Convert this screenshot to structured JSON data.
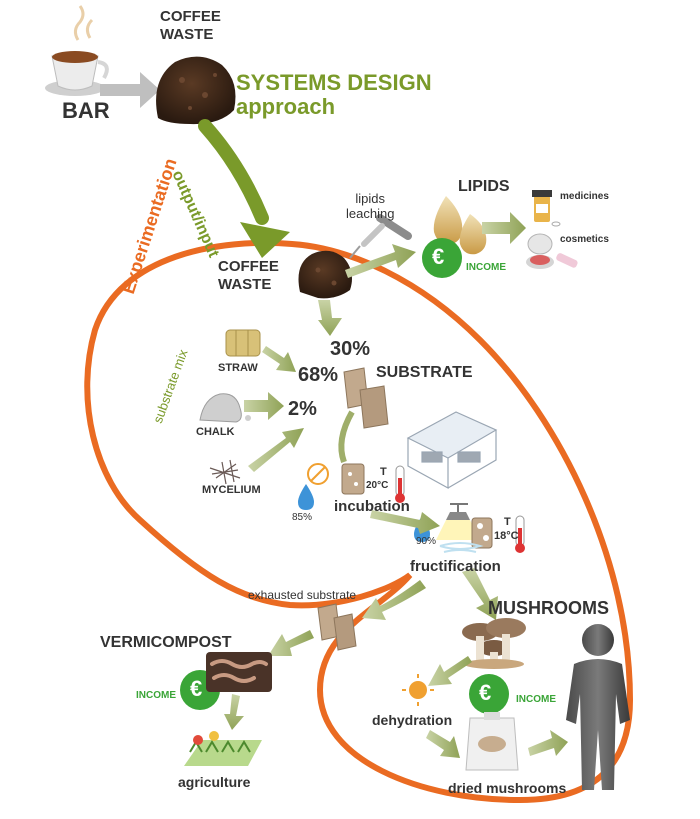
{
  "labels": {
    "bar": "BAR",
    "coffee_waste_top": "COFFEE\nWASTE",
    "systems_design": "SYSTEMS DESIGN",
    "approach": "approach",
    "output_input": "output/input",
    "lipids_leaching": "lipids\nleaching",
    "lipids": "LIPIDS",
    "medicines": "medicines",
    "cosmetics": "cosmetics",
    "income": "INCOME",
    "euro": "€",
    "coffee_waste_mid": "COFFEE\nWASTE",
    "experimentation": "Experimentation",
    "substrate_mix": "substrate mix",
    "straw": "STRAW",
    "chalk": "CHALK",
    "mycelium": "MYCELIUM",
    "pct_30": "30%",
    "pct_68": "68%",
    "pct_2": "2%",
    "substrate": "SUBSTRATE",
    "humidity_incubation": "85%",
    "temp_symbol": "T",
    "temp_incubation": "20°C",
    "incubation": "incubation",
    "humidity_fructification": "90%",
    "temp_fructification": "18°C",
    "fructification": "fructification",
    "exhausted_substrate": "exhausted substrate",
    "vermicompost": "VERMICOMPOST",
    "mushrooms": "MUSHROOMS",
    "dehydration": "dehydration",
    "agriculture": "agriculture",
    "dried_mushrooms": "dried mushrooms"
  },
  "colors": {
    "olive": "#7a9a2a",
    "arrow": "#9fae6a",
    "orange": "#ea6b22",
    "income_green": "#3aa537",
    "text": "#333333"
  }
}
